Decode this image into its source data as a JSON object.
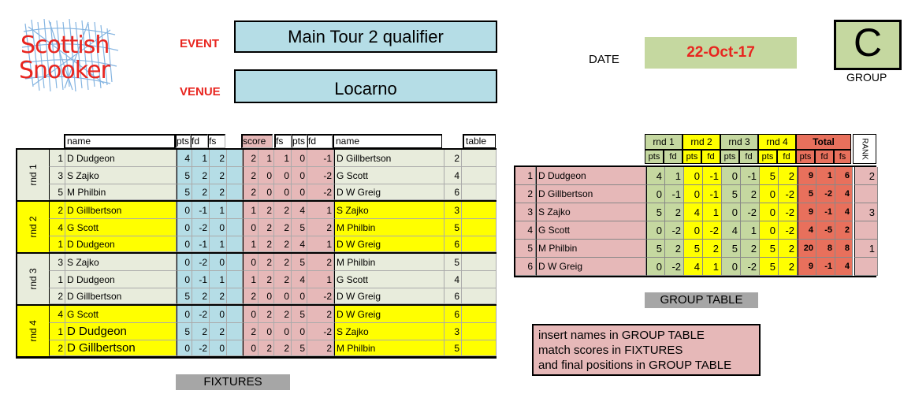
{
  "logo": {
    "line1": "Scottish",
    "line2": "Snooker"
  },
  "event": {
    "label": "EVENT",
    "value": "Main Tour 2 qualifier"
  },
  "venue": {
    "label": "VENUE",
    "value": "Locarno"
  },
  "date": {
    "label": "DATE",
    "value": "22-Oct-17"
  },
  "group": {
    "letter": "C",
    "label": "GROUP"
  },
  "colors": {
    "green": "#c5d8a0",
    "blue": "#b5dde6",
    "pink": "#e6b8b8",
    "yellow": "#ffff00",
    "red_total": "#e8705c",
    "red_text": "#e8251f",
    "grey": "#a6a6a6"
  },
  "fixtures": {
    "caption": "FIXTURES",
    "headers": {
      "name": "name",
      "pts": "pts",
      "fd": "fd",
      "fs": "fs",
      "score": "score",
      "fs2": "fs",
      "pts2": "pts",
      "fd2": "fd",
      "name2": "name",
      "table": "table"
    },
    "rounds": [
      {
        "label": "rnd 1",
        "highlight": false,
        "rows": [
          {
            "n1": "1",
            "name1": "D Dudgeon",
            "pts": "4",
            "fd": "1",
            "fs": "2",
            "sc1": "2",
            "sc2": "1",
            "fs2": "1",
            "pts2": "0",
            "fd2": "-1",
            "name2": "D Gillbertson",
            "n2": "2",
            "big": false
          },
          {
            "n1": "3",
            "name1": "S Zajko",
            "pts": "5",
            "fd": "2",
            "fs": "2",
            "sc1": "2",
            "sc2": "0",
            "fs2": "0",
            "pts2": "0",
            "fd2": "-2",
            "name2": "G Scott",
            "n2": "4",
            "big": false
          },
          {
            "n1": "5",
            "name1": "M Philbin",
            "pts": "5",
            "fd": "2",
            "fs": "2",
            "sc1": "2",
            "sc2": "0",
            "fs2": "0",
            "pts2": "0",
            "fd2": "-2",
            "name2": "D W Greig",
            "n2": "6",
            "big": false
          }
        ]
      },
      {
        "label": "rnd 2",
        "highlight": true,
        "rows": [
          {
            "n1": "2",
            "name1": "D Gillbertson",
            "pts": "0",
            "fd": "-1",
            "fs": "1",
            "sc1": "1",
            "sc2": "2",
            "fs2": "2",
            "pts2": "4",
            "fd2": "1",
            "name2": "S Zajko",
            "n2": "3",
            "big": false
          },
          {
            "n1": "4",
            "name1": "G Scott",
            "pts": "0",
            "fd": "-2",
            "fs": "0",
            "sc1": "0",
            "sc2": "2",
            "fs2": "2",
            "pts2": "5",
            "fd2": "2",
            "name2": "M Philbin",
            "n2": "5",
            "big": false
          },
          {
            "n1": "1",
            "name1": "D Dudgeon",
            "pts": "0",
            "fd": "-1",
            "fs": "1",
            "sc1": "1",
            "sc2": "2",
            "fs2": "2",
            "pts2": "4",
            "fd2": "1",
            "name2": "D W Greig",
            "n2": "6",
            "big": false
          }
        ]
      },
      {
        "label": "rnd 3",
        "highlight": false,
        "rows": [
          {
            "n1": "3",
            "name1": "S Zajko",
            "pts": "0",
            "fd": "-2",
            "fs": "0",
            "sc1": "0",
            "sc2": "2",
            "fs2": "2",
            "pts2": "5",
            "fd2": "2",
            "name2": "M Philbin",
            "n2": "5",
            "big": false
          },
          {
            "n1": "1",
            "name1": "D Dudgeon",
            "pts": "0",
            "fd": "-1",
            "fs": "1",
            "sc1": "1",
            "sc2": "2",
            "fs2": "2",
            "pts2": "4",
            "fd2": "1",
            "name2": "G Scott",
            "n2": "4",
            "big": false
          },
          {
            "n1": "2",
            "name1": "D Gillbertson",
            "pts": "5",
            "fd": "2",
            "fs": "2",
            "sc1": "2",
            "sc2": "0",
            "fs2": "0",
            "pts2": "0",
            "fd2": "-2",
            "name2": "D W Greig",
            "n2": "6",
            "big": false
          }
        ]
      },
      {
        "label": "rnd 4",
        "highlight": true,
        "rows": [
          {
            "n1": "4",
            "name1": "G Scott",
            "pts": "0",
            "fd": "-2",
            "fs": "0",
            "sc1": "0",
            "sc2": "2",
            "fs2": "2",
            "pts2": "5",
            "fd2": "2",
            "name2": "D W Greig",
            "n2": "6",
            "big": false
          },
          {
            "n1": "1",
            "name1": "D Dudgeon",
            "pts": "5",
            "fd": "2",
            "fs": "2",
            "sc1": "2",
            "sc2": "0",
            "fs2": "0",
            "pts2": "0",
            "fd2": "-2",
            "name2": "S Zajko",
            "n2": "3",
            "big": true
          },
          {
            "n1": "2",
            "name1": "D Gillbertson",
            "pts": "0",
            "fd": "-2",
            "fs": "0",
            "sc1": "0",
            "sc2": "2",
            "fs2": "2",
            "pts2": "5",
            "fd2": "2",
            "name2": "M Philbin",
            "n2": "5",
            "big": true
          }
        ]
      }
    ]
  },
  "group_table": {
    "caption": "GROUP TABLE",
    "headers": {
      "rnd1": "rnd 1",
      "rnd2": "rnd 2",
      "rnd3": "rnd 3",
      "rnd4": "rnd 4",
      "total": "Total",
      "rank": "RANK",
      "pts": "pts",
      "fd": "fd",
      "fs": "fs"
    },
    "rows": [
      {
        "n": "1",
        "name": "D Dudgeon",
        "r1p": "4",
        "r1f": "1",
        "r2p": "0",
        "r2f": "-1",
        "r3p": "0",
        "r3f": "-1",
        "r4p": "5",
        "r4f": "2",
        "tp": "9",
        "tf": "1",
        "ts": "6",
        "rank": "2"
      },
      {
        "n": "2",
        "name": "D Gillbertson",
        "r1p": "0",
        "r1f": "-1",
        "r2p": "0",
        "r2f": "-1",
        "r3p": "5",
        "r3f": "2",
        "r4p": "0",
        "r4f": "-2",
        "tp": "5",
        "tf": "-2",
        "ts": "4",
        "rank": ""
      },
      {
        "n": "3",
        "name": "S Zajko",
        "r1p": "5",
        "r1f": "2",
        "r2p": "4",
        "r2f": "1",
        "r3p": "0",
        "r3f": "-2",
        "r4p": "0",
        "r4f": "-2",
        "tp": "9",
        "tf": "-1",
        "ts": "4",
        "rank": "3"
      },
      {
        "n": "4",
        "name": "G Scott",
        "r1p": "0",
        "r1f": "-2",
        "r2p": "0",
        "r2f": "-2",
        "r3p": "4",
        "r3f": "1",
        "r4p": "0",
        "r4f": "-2",
        "tp": "4",
        "tf": "-5",
        "ts": "2",
        "rank": ""
      },
      {
        "n": "5",
        "name": "M Philbin",
        "r1p": "5",
        "r1f": "2",
        "r2p": "5",
        "r2f": "2",
        "r3p": "5",
        "r3f": "2",
        "r4p": "5",
        "r4f": "2",
        "tp": "20",
        "tf": "8",
        "ts": "8",
        "rank": "1"
      },
      {
        "n": "6",
        "name": "D W Greig",
        "r1p": "0",
        "r1f": "-2",
        "r2p": "4",
        "r2f": "1",
        "r3p": "0",
        "r3f": "-2",
        "r4p": "5",
        "r4f": "2",
        "tp": "9",
        "tf": "-1",
        "ts": "4",
        "rank": ""
      }
    ]
  },
  "instructions": [
    "insert names in GROUP TABLE",
    "match scores in FIXTURES",
    "and final positions in GROUP TABLE"
  ]
}
